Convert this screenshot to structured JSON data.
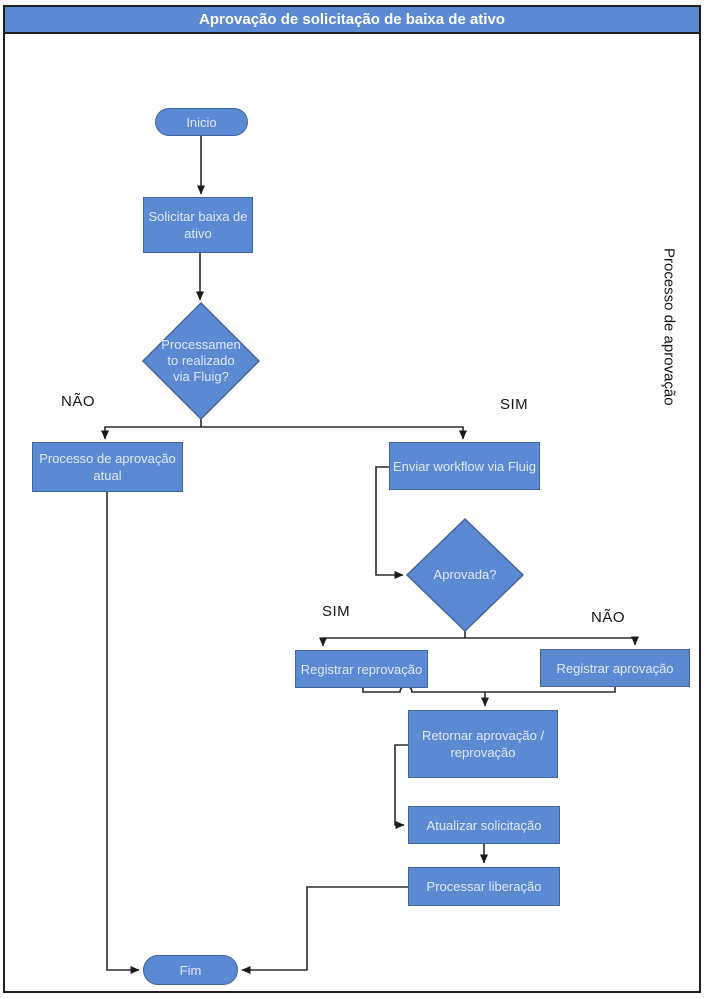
{
  "title": "Aprovação de solicitação de baixa de ativo",
  "lane": {
    "label": "Processo de aprovação"
  },
  "nodes": {
    "inicio": {
      "label": "Inicio"
    },
    "solicitar": {
      "line1": "Solicitar baixa de",
      "line2": "ativo"
    },
    "decisao_fluig": {
      "line1": "Processamen",
      "line2": "to realizado",
      "line3": "via Fluig?"
    },
    "processo_atual": {
      "line1": "Processo de aprovação",
      "line2": "atual"
    },
    "enviar_workflow": {
      "label": "Enviar workflow via Fluig"
    },
    "aprovada": {
      "label": "Aprovada?"
    },
    "registrar_reprovacao": {
      "label": "Registrar reprovação"
    },
    "registrar_aprovacao": {
      "label": "Registrar aprovação"
    },
    "retornar": {
      "line1": "Retornar aprovação /",
      "line2": "reprovação"
    },
    "atualizar": {
      "label": "Atualizar solicitação"
    },
    "processar": {
      "label": "Processar liberação"
    },
    "fim": {
      "label": "Fim"
    }
  },
  "branch_labels": {
    "fluig_nao": "NÃO",
    "fluig_sim": "SIM",
    "aprovada_sim": "SIM",
    "aprovada_nao": "NÃO"
  },
  "colors": {
    "shape_fill": "#5b8ad2",
    "shape_border": "#41659c",
    "shape_text": "#dfe9f7",
    "title_bg": "#5b8ad2",
    "title_text": "#ffffff",
    "connector": "#262626",
    "frame_border": "#1f1f1f"
  }
}
